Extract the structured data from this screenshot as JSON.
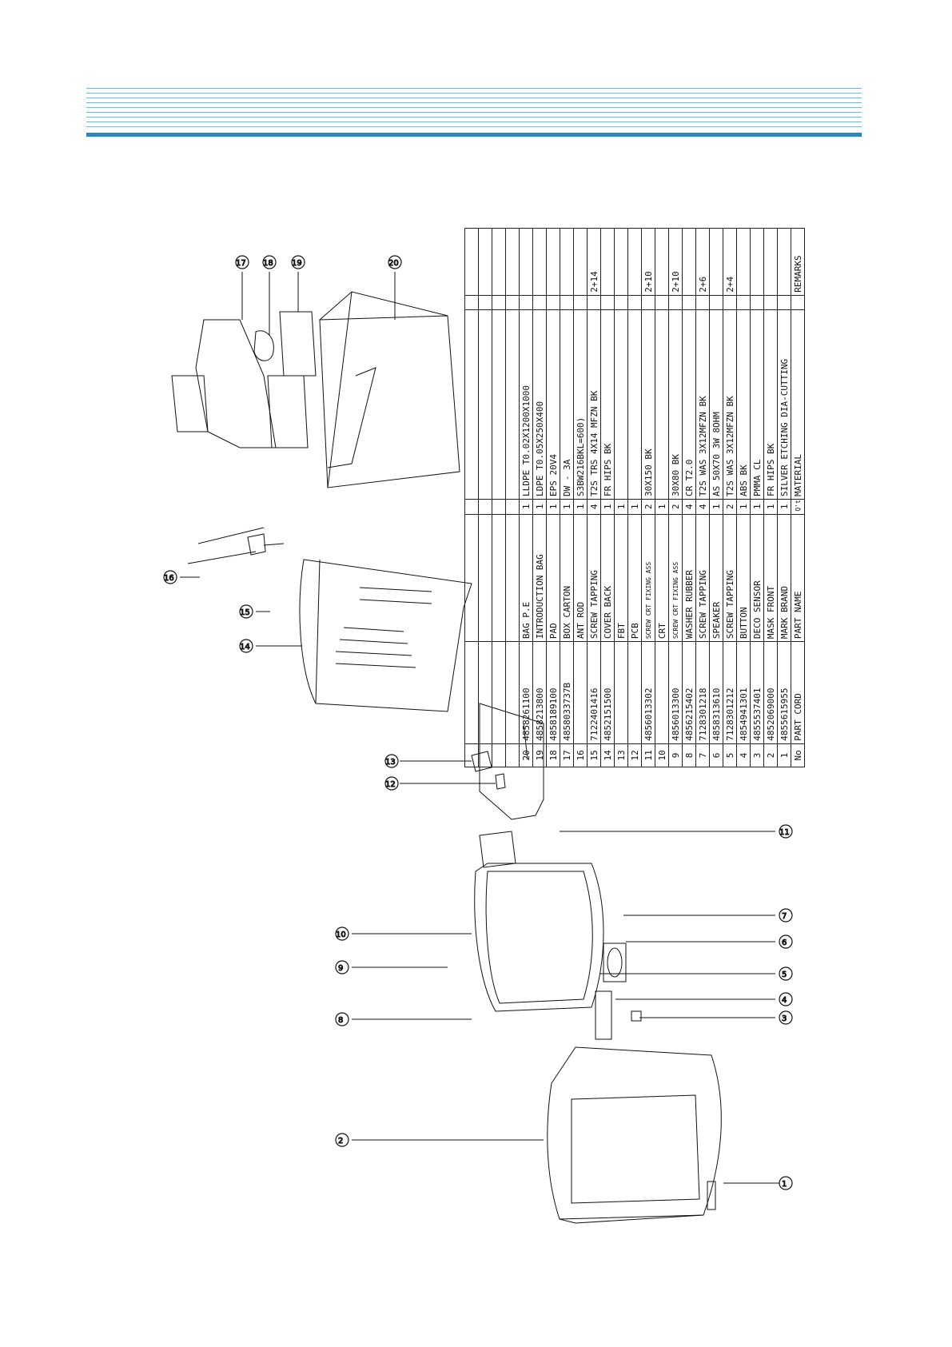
{
  "parts_table": {
    "headers": {
      "no": "No",
      "code": "PART CORD",
      "name": "PART NAME",
      "qty": "Q'ty",
      "material": "MATERIAL",
      "remarks": "REMARKS"
    },
    "rows": [
      {
        "no": "20",
        "code": "4858261100",
        "name": "BAG P.E",
        "q1": "1",
        "material": "LLDPE T0.02X1200X1000",
        "q2": "",
        "remarks": ""
      },
      {
        "no": "19",
        "code": "4858213800",
        "name": "INTRODUCTION BAG",
        "q1": "1",
        "material": "LDPE T0.05X250X400",
        "q2": "",
        "remarks": ""
      },
      {
        "no": "18",
        "code": "4858189100",
        "name": "PAD",
        "q1": "1",
        "material": "EPS 20V4",
        "q2": "",
        "remarks": ""
      },
      {
        "no": "17",
        "code": "4858033737B",
        "name": "BOX CARTON",
        "q1": "1",
        "material": "DW - 3A",
        "q2": "",
        "remarks": ""
      },
      {
        "no": "16",
        "code": "",
        "name": "ANT ROD",
        "q1": "1",
        "material": "S3BW216BKL=600)",
        "q2": "",
        "remarks": ""
      },
      {
        "no": "15",
        "code": "7122401416",
        "name": "SCREW TAPPING",
        "q1": "4",
        "material": "T2S TRS 4X14 MFZN BK",
        "q2": "",
        "remarks": "2+14"
      },
      {
        "no": "14",
        "code": "4852151500",
        "name": "COVER BACK",
        "q1": "1",
        "material": "FR HIPS BK",
        "q2": "",
        "remarks": ""
      },
      {
        "no": "13",
        "code": "",
        "name": "FBT",
        "q1": "1",
        "material": "",
        "q2": "",
        "remarks": ""
      },
      {
        "no": "12",
        "code": "",
        "name": "PCB",
        "q1": "1",
        "material": "",
        "q2": "",
        "remarks": ""
      },
      {
        "no": "11",
        "code": "4856013302",
        "name": "SCREW CRT FIXING ASS",
        "q1": "2",
        "material": "30X150 BK",
        "q2": "",
        "remarks": "2+10"
      },
      {
        "no": "10",
        "code": "",
        "name": "CRT",
        "q1": "1",
        "material": "",
        "q2": "",
        "remarks": ""
      },
      {
        "no": "9",
        "code": "4856013300",
        "name": "SCREW CRT FIXING ASS",
        "q1": "2",
        "material": "30X80 BK",
        "q2": "",
        "remarks": "2+10"
      },
      {
        "no": "8",
        "code": "4856215402",
        "name": "WASHER RUBBER",
        "q1": "4",
        "material": "CR T2.0",
        "q2": "",
        "remarks": ""
      },
      {
        "no": "7",
        "code": "7128301218",
        "name": "SCREW TAPPING",
        "q1": "4",
        "material": "T2S WAS 3X12MFZN BK",
        "q2": "",
        "remarks": "2+6"
      },
      {
        "no": "6",
        "code": "4858313610",
        "name": "SPEAKER",
        "q1": "1",
        "material": "AS 50X70 3W 8OHM",
        "q2": "",
        "remarks": ""
      },
      {
        "no": "5",
        "code": "7128301212",
        "name": "SCREW TAPPING",
        "q1": "2",
        "material": "T2S WAS 3X12MFZN BK",
        "q2": "",
        "remarks": "2+4"
      },
      {
        "no": "4",
        "code": "4854941301",
        "name": "BUTTON",
        "q1": "1",
        "material": "ABS BK",
        "q2": "",
        "remarks": ""
      },
      {
        "no": "3",
        "code": "4855537401",
        "name": "DECO SENSOR",
        "q1": "1",
        "material": "PMMA CL",
        "q2": "",
        "remarks": ""
      },
      {
        "no": "2",
        "code": "4852069000",
        "name": "MASK FRONT",
        "q1": "1",
        "material": "FR HIPS BK",
        "q2": "",
        "remarks": ""
      },
      {
        "no": "1",
        "code": "4855615955",
        "name": "MARK BRAND",
        "q1": "1",
        "material": "SILVER ETCHING DIA-CUTTING",
        "q2": "",
        "remarks": ""
      }
    ],
    "blank_rows": 4
  },
  "callouts": [
    "1",
    "2",
    "3",
    "4",
    "5",
    "6",
    "7",
    "8",
    "9",
    "10",
    "11",
    "12",
    "13",
    "14",
    "15",
    "16",
    "17",
    "18",
    "19",
    "20"
  ]
}
